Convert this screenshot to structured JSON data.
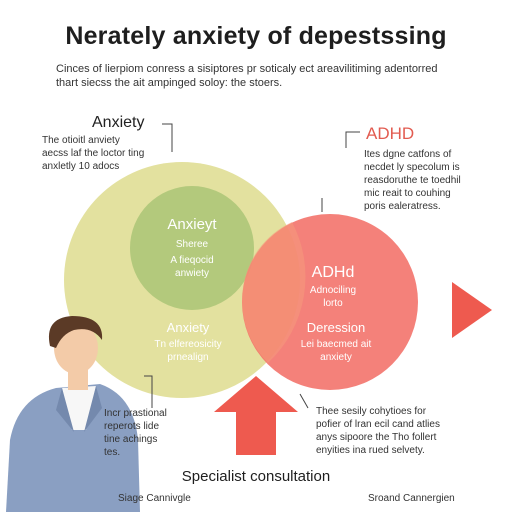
{
  "title": "Nerately anxiety of depestssing",
  "subtitle_lines": [
    "Cinces of lierpiom conress a sisiptores pr soticaly ect areavilitiming adentorred",
    "thart siecss the ait ampinged soloy: the stoers."
  ],
  "left_heading": "Anxiety",
  "left_desc_lines": [
    "The otioitl anviety",
    "aecss laf the loctor ting",
    "anxletly 10 adocs"
  ],
  "right_heading": "ADHD",
  "right_desc_lines": [
    "Ites dgne catfons of",
    "necdet ly specolum is",
    "reasdoruthe te toedhil",
    "mic reait to couhing",
    "poris ealeratress."
  ],
  "inner_top_title": "Anxieyt",
  "inner_top_sub_lines": [
    "Sheree",
    "A fieqocid",
    "anwiety"
  ],
  "inner_bottom_title": "Anxiety",
  "inner_bottom_sub_lines": [
    "Tn elfereosicity",
    "prnealign"
  ],
  "adhd_title": "ADHd",
  "adhd_sub_lines": [
    "Adnociling",
    "lorto"
  ],
  "depression_title": "Deression",
  "depression_sub_lines": [
    "Lei baecmed ait",
    "anxiety"
  ],
  "person_desc_lines": [
    "Incr prastional",
    "reperots lide",
    "tine achings",
    "tes."
  ],
  "bottom_right_desc_lines": [
    "Thee sesily cohytioes for",
    "pofier of lran ecil cand atlies",
    "anys sipoore the Tho follert",
    "enyities ina rued selvety."
  ],
  "bottom_heading": "Specialist consultation",
  "footer_left": "Siage Cannivgle",
  "footer_right": "Sroand Cannergien",
  "colors": {
    "anxiety_circle": "#e3e19f",
    "inner_circle": "#b3c97c",
    "adhd_circle": "#f26f68",
    "arrow": "#ee5a4f",
    "person_suit": "#8a9fc2",
    "person_hair": "#5b3a26",
    "person_skin": "#f3cba8"
  }
}
